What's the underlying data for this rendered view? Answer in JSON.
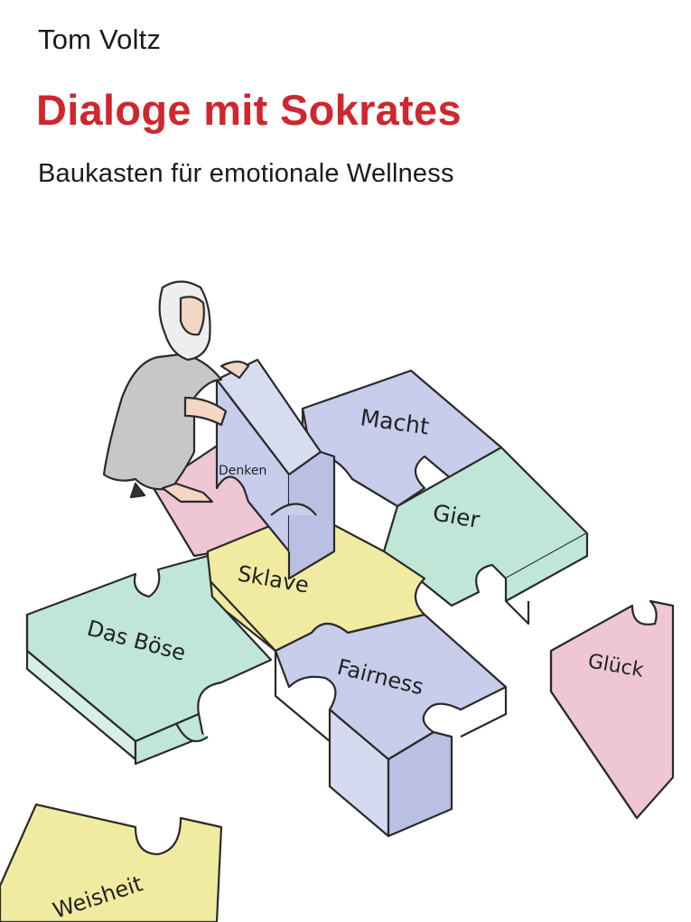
{
  "cover": {
    "author": "Tom Voltz",
    "title": "Dialoge mit Sokrates",
    "subtitle": "Baukasten für emotionale Wellness"
  },
  "puzzle_labels": {
    "macht": "Macht",
    "denken": "Denken",
    "gier": "Gier",
    "sklave": "Sklave",
    "das_boese": "Das Böse",
    "fairness": "Fairness",
    "glueck": "Glück",
    "weisheit": "Weisheit"
  },
  "colors": {
    "title_red": "#d0262e",
    "piece_blue": "#c7cdea",
    "piece_green": "#bfe6d6",
    "piece_yellow": "#f1eba1",
    "piece_pink": "#efc6d4"
  }
}
